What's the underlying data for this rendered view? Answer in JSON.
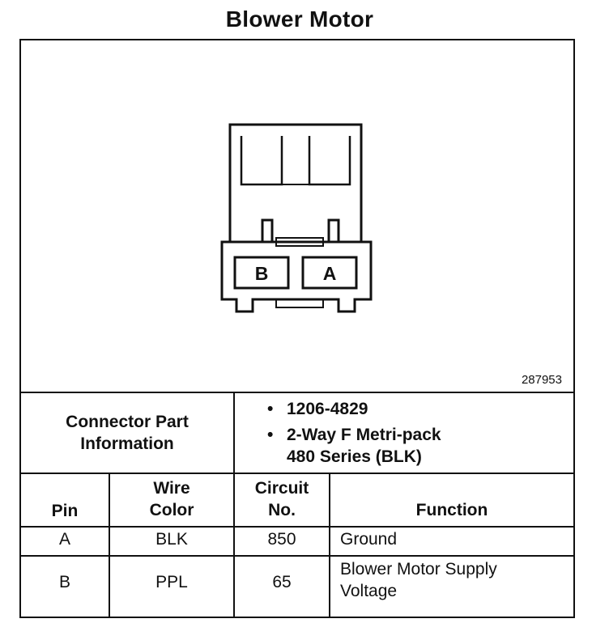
{
  "title": "Blower Motor",
  "diagram": {
    "id": "287953",
    "pin_labels": {
      "left": "B",
      "right": "A"
    }
  },
  "connector_info": {
    "label_line1": "Connector Part",
    "label_line2": "Information",
    "items": [
      {
        "bullet": "•",
        "lines": [
          "1206-4829"
        ]
      },
      {
        "bullet": "•",
        "lines": [
          "2-Way F Metri-pack",
          "480 Series (BLK)"
        ]
      }
    ]
  },
  "table": {
    "headers": {
      "pin": "Pin",
      "wire_line1": "Wire",
      "wire_line2": "Color",
      "circuit_line1": "Circuit",
      "circuit_line2": "No.",
      "function": "Function"
    },
    "rows": [
      {
        "pin": "A",
        "color": "BLK",
        "circuit": "850",
        "function_line1": "Ground",
        "function_line2": ""
      },
      {
        "pin": "B",
        "color": "PPL",
        "circuit": "65",
        "function_line1": "Blower Motor Supply",
        "function_line2": "Voltage"
      }
    ]
  }
}
